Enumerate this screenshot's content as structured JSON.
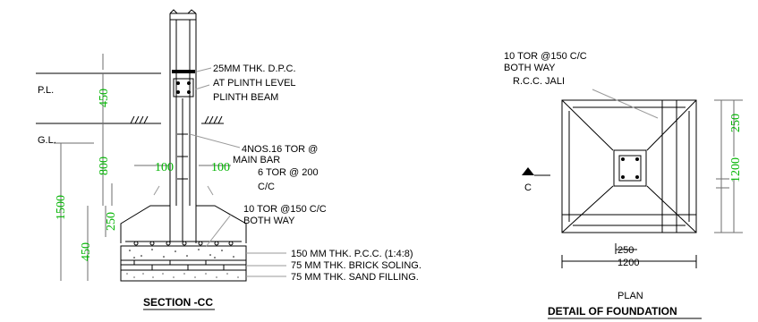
{
  "section": {
    "labels": {
      "pl": "P.L.",
      "gl": "G.L.",
      "dpc": "25MM THK. D.P.C.",
      "plinth1": "AT PLINTH LEVEL",
      "plinth2": "PLINTH BEAM",
      "bar1": "4NOS.16 TOR @",
      "bar2": "MAIN BAR",
      "bar3": "6 TOR @ 200",
      "bar4": "C/C",
      "mesh1": "10 TOR @150 C/C",
      "mesh2": "BOTH WAY",
      "pcc": "150 MM THK. P.C.C. (1:4:8)",
      "brick": "75   MM THK. BRICK SOLING.",
      "sand": "75   MM THK. SAND FILLING."
    },
    "dims": {
      "d450": "450",
      "d800": "800",
      "d1500": "1500",
      "d250": "250",
      "d100a": "100",
      "d100b": "100",
      "d450b": "450"
    },
    "title": "SECTION -CC"
  },
  "plan": {
    "labels": {
      "jali1": "10 TOR @150 C/C",
      "jali2": "BOTH WAY",
      "jali3": "R.C.C. JALI",
      "c": "C"
    },
    "dims": {
      "d250": "250",
      "d1200": "1200",
      "v250": "250",
      "v1200": "1200"
    },
    "caption": "PLAN",
    "title": "DETAIL OF FOUNDATION"
  }
}
